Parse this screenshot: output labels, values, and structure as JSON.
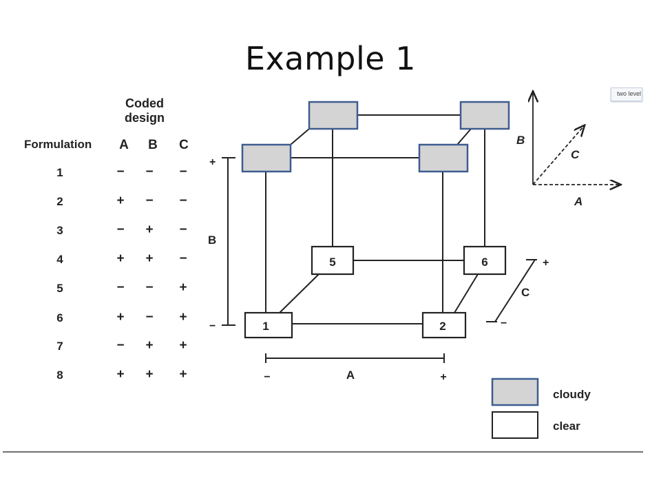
{
  "slide": {
    "title": "Example 1"
  },
  "design_table": {
    "header_line1": "Coded",
    "header_line2": "design",
    "formulation_label": "Formulation",
    "factor_headers": [
      "A",
      "B",
      "C"
    ],
    "rows": [
      {
        "formulation": "1",
        "levels": [
          "−",
          "−",
          "−"
        ]
      },
      {
        "formulation": "2",
        "levels": [
          "+",
          "−",
          "−"
        ]
      },
      {
        "formulation": "3",
        "levels": [
          "−",
          "+",
          "−"
        ]
      },
      {
        "formulation": "4",
        "levels": [
          "+",
          "+",
          "−"
        ]
      },
      {
        "formulation": "5",
        "levels": [
          "−",
          "−",
          "+"
        ]
      },
      {
        "formulation": "6",
        "levels": [
          "+",
          "−",
          "+"
        ]
      },
      {
        "formulation": "7",
        "levels": [
          "−",
          "+",
          "+"
        ]
      },
      {
        "formulation": "8",
        "levels": [
          "+",
          "+",
          "+"
        ]
      }
    ]
  },
  "cube": {
    "front_bottom_left": "1",
    "front_bottom_right": "2",
    "back_bottom_left": "5",
    "back_bottom_right": "6",
    "axis_a": "A",
    "axis_b": "B",
    "axis_c": "C",
    "plus": "+",
    "minus": "−"
  },
  "axes_key": {
    "a": "A",
    "b": "B",
    "c": "C"
  },
  "legend": {
    "cloudy": "cloudy",
    "clear": "clear",
    "cloudy_color": "#d4d4d4",
    "cloudy_border": "#3d5c8f"
  },
  "tag": {
    "text": "two level"
  }
}
